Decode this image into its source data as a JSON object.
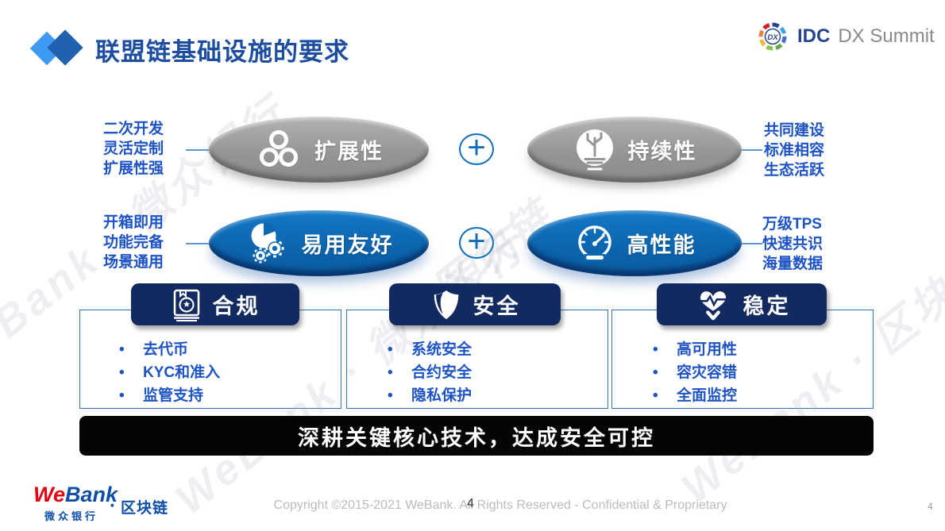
{
  "header": {
    "title": "联盟链基础设施的要求",
    "idc_logo": {
      "badge": "DX",
      "brand": "IDC",
      "brand_suffix": "DX Summit"
    }
  },
  "plus_symbol": "+",
  "features": [
    {
      "name": "扩展性",
      "icon": "cluster-icon",
      "style": "gray",
      "side_label": {
        "position": "left",
        "lines": [
          "二次开发",
          "灵活定制",
          "扩展性强"
        ]
      }
    },
    {
      "name": "持续性",
      "icon": "ecosystem-tree-icon",
      "style": "gray",
      "side_label": {
        "position": "right",
        "lines": [
          "共同建设",
          "标准相容",
          "生态活跃"
        ]
      }
    },
    {
      "name": "易用友好",
      "icon": "pie-gears-icon",
      "style": "blue",
      "side_label": {
        "position": "left",
        "lines": [
          "开箱即用",
          "功能完备",
          "场景通用"
        ]
      }
    },
    {
      "name": "高性能",
      "icon": "speedometer-icon",
      "style": "blue",
      "side_label": {
        "position": "right",
        "lines": [
          "万级TPS",
          "快速共识",
          "海量数据"
        ]
      }
    }
  ],
  "pillars": [
    {
      "title": "合规",
      "icon": "compliance-book-icon",
      "items": [
        "去代币",
        "KYC和准入",
        "监管支持"
      ]
    },
    {
      "title": "安全",
      "icon": "shield-icon",
      "items": [
        "系统安全",
        "合约安全",
        "隐私保护"
      ]
    },
    {
      "title": "稳定",
      "icon": "heartbeat-icon",
      "items": [
        "高可用性",
        "容灾容错",
        "全面监控"
      ]
    }
  ],
  "banner": {
    "text": "深耕关键核心技术，达成安全可控"
  },
  "footer": {
    "logo": {
      "we": "We",
      "bank": "Bank",
      "cn_name": "微众银行",
      "separator": "·",
      "unit": "区块链"
    },
    "copyright": "Copyright ©2015-2021 WeBank. All Rights Reserved - Confidential & Proprietary",
    "page_number_center": "4",
    "page_number_right": "4"
  },
  "watermarks": [
    "WeBank · 微众银行",
    "区块链",
    "WeBank · 微众银行",
    "WeBank · 区块链"
  ],
  "colors": {
    "accent_blue": "#0e6db8",
    "navy_header": "#132a60",
    "title_blue": "#1c4da1",
    "label_blue": "#1d53c4",
    "gray_ellipse": "#969696",
    "box_border_blue": "#2e75b6",
    "banner_black": "#050505",
    "webank_red": "#e60012",
    "webank_blue": "#0f4fa8",
    "idc_navy": "#27458c"
  }
}
